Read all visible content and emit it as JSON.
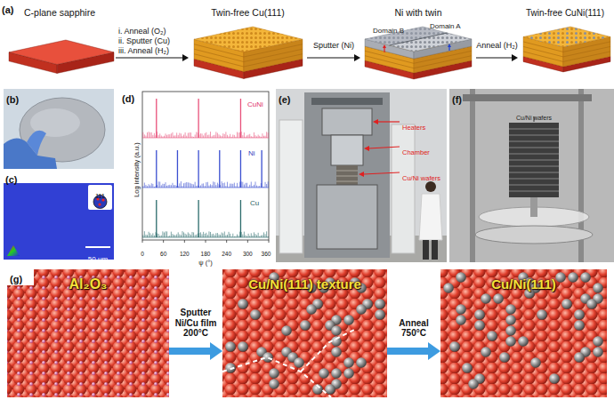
{
  "diagram": {
    "nodes": [
      {
        "text": [
          "C-plane sapphire"
        ]
      },
      {
        "text": [
          "Twin-free Cu(111)"
        ]
      },
      {
        "text": [
          "Ni with twin",
          "Domain B",
          "Domain A"
        ]
      },
      {
        "text": [
          "Twin-free CuNi(111)"
        ]
      },
      {
        "text": [
          "Al₂O₃"
        ]
      },
      {
        "text": [
          "Cu/Ni(111) texture"
        ]
      },
      {
        "text": [
          "Cu/Ni(111)"
        ]
      }
    ],
    "edges": [
      {
        "from": 0,
        "to": 1,
        "arrow": "to"
      },
      {
        "from": 1,
        "to": 2,
        "arrow": "to",
        "label": "Sputter (Ni)"
      },
      {
        "from": 2,
        "to": 3,
        "arrow": "to",
        "label": "Anneal (H₂)"
      },
      {
        "from": 4,
        "to": 5,
        "arrow": "to",
        "label": "Sputter Ni/Cu film 200°C"
      },
      {
        "from": 5,
        "to": 6,
        "arrow": "to",
        "label": "Anneal 750°C"
      }
    ],
    "labels": [
      "(a)",
      "i. Anneal (O₂)",
      "ii. Sputter (Cu)",
      "iii. Anneal (H₂)",
      "(b)",
      "(c)",
      "111",
      "50 μm",
      "(d)",
      "CuNi",
      "Ni",
      "Cu",
      "Log intensity (a.u.)",
      "0",
      "60",
      "120",
      "180",
      "240",
      "300",
      "360",
      "ψ (°)",
      "(e)",
      "Heaters",
      "Chamber",
      "Cu/Ni wafers",
      "(f)",
      "Cu/Ni wafers",
      "(g)"
    ]
  }
}
